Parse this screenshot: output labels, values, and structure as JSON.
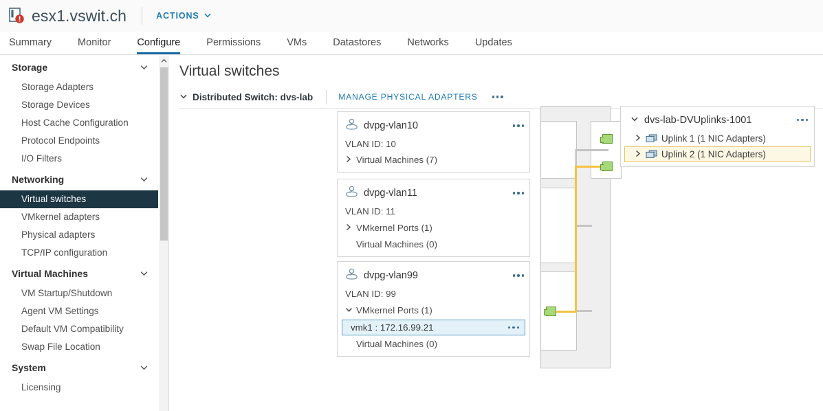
{
  "header": {
    "host_name": "esx1.vswit.ch",
    "host_icon": "host-error-icon",
    "actions_label": "ACTIONS",
    "actions_caret": "chevron-down-icon"
  },
  "tabs": [
    {
      "label": "Summary",
      "active": false
    },
    {
      "label": "Monitor",
      "active": false
    },
    {
      "label": "Configure",
      "active": true
    },
    {
      "label": "Permissions",
      "active": false
    },
    {
      "label": "VMs",
      "active": false
    },
    {
      "label": "Datastores",
      "active": false
    },
    {
      "label": "Networks",
      "active": false
    },
    {
      "label": "Updates",
      "active": false
    }
  ],
  "sidebar": {
    "groups": [
      {
        "label": "Storage",
        "items": [
          {
            "label": "Storage Adapters"
          },
          {
            "label": "Storage Devices"
          },
          {
            "label": "Host Cache Configuration"
          },
          {
            "label": "Protocol Endpoints"
          },
          {
            "label": "I/O Filters"
          }
        ]
      },
      {
        "label": "Networking",
        "items": [
          {
            "label": "Virtual switches",
            "selected": true
          },
          {
            "label": "VMkernel adapters"
          },
          {
            "label": "Physical adapters"
          },
          {
            "label": "TCP/IP configuration"
          }
        ]
      },
      {
        "label": "Virtual Machines",
        "items": [
          {
            "label": "VM Startup/Shutdown"
          },
          {
            "label": "Agent VM Settings"
          },
          {
            "label": "Default VM Compatibility"
          },
          {
            "label": "Swap File Location"
          }
        ]
      },
      {
        "label": "System",
        "items": [
          {
            "label": "Licensing"
          }
        ]
      }
    ]
  },
  "main": {
    "page_title": "Virtual switches",
    "toolbar": {
      "switch_label": "Distributed Switch: dvs-lab",
      "manage_link": "MANAGE PHYSICAL ADAPTERS",
      "more_icon": "ellipsis-icon"
    },
    "port_groups": [
      {
        "name": "dvpg-vlan10",
        "icon": "port-group-icon",
        "vlan": "VLAN ID: 10",
        "rows": [
          {
            "caret": "chevron-right-icon",
            "label": "Virtual Machines (7)"
          }
        ]
      },
      {
        "name": "dvpg-vlan11",
        "icon": "port-group-icon",
        "vlan": "VLAN ID: 11",
        "rows": [
          {
            "caret": "chevron-right-icon",
            "label": "VMkernel Ports (1)"
          },
          {
            "caret": "",
            "label": "Virtual Machines (0)"
          }
        ]
      },
      {
        "name": "dvpg-vlan99",
        "icon": "port-group-icon",
        "vlan": "VLAN ID: 99",
        "rows": [
          {
            "caret": "chevron-down-icon",
            "label": "VMkernel Ports (1)"
          }
        ],
        "vmk": {
          "label": "vmk1 : 172.16.99.21",
          "selected": true
        },
        "rows_after": [
          {
            "caret": "",
            "label": "Virtual Machines (0)"
          }
        ]
      }
    ],
    "uplinks_panel": {
      "title": "dvs-lab-DVUplinks-1001",
      "caret": "chevron-down-icon",
      "more_icon": "ellipsis-icon",
      "rows": [
        {
          "caret": "chevron-right-icon",
          "icon": "nic-adapter-icon",
          "label": "Uplink 1 (1 NIC Adapters)",
          "highlighted": false
        },
        {
          "caret": "chevron-right-icon",
          "icon": "nic-adapter-icon",
          "label": "Uplink 2 (1 NIC Adapters)",
          "highlighted": true
        }
      ]
    }
  },
  "colors": {
    "accent_link": "#1f7bb6",
    "selected_nav_bg": "#1c3643",
    "tab_underline": "#1b6ea8",
    "uplink_highlight_bg": "#fdf8e3",
    "uplink_highlight_border": "#e8c55c",
    "vmk_highlight_bg": "#e3f1f8",
    "vmk_highlight_border": "#5a9ec2",
    "connector_green": "#a8d87a",
    "link_yellow": "#f5c242",
    "error_badge": "#d0342c"
  }
}
